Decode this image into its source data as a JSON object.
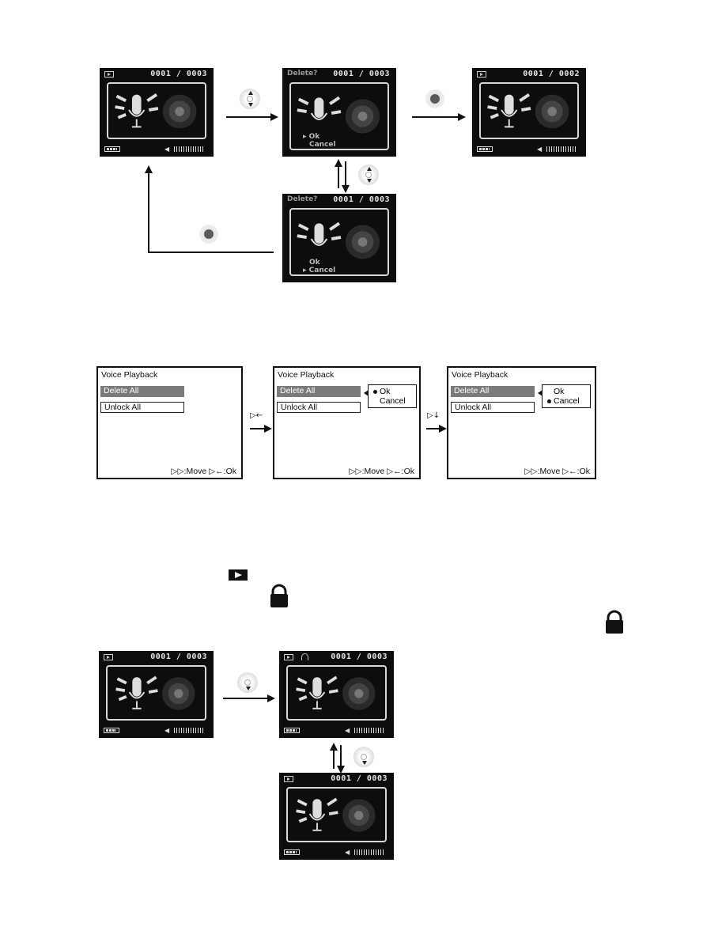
{
  "delete_section": {
    "screen1": {
      "counter": "0001 / 0003"
    },
    "screen2": {
      "title": "Delete?",
      "counter": "0001 / 0003",
      "options": [
        "Ok",
        "Cancel"
      ],
      "selected": "Ok"
    },
    "screen3": {
      "counter": "0001 / 0002"
    },
    "screen4": {
      "title": "Delete?",
      "counter": "0001 / 0003",
      "options": [
        "Ok",
        "Cancel"
      ],
      "selected": "Cancel"
    }
  },
  "menu_section": {
    "title": "Voice Playback",
    "items": [
      "Delete All",
      "Unlock All"
    ],
    "popup_options": [
      "Ok",
      "Cancel"
    ],
    "hint": "▷▷:Move  ▷←:Ok",
    "step_icons": [
      "▷←",
      "▷↓"
    ]
  },
  "lock_section": {
    "screen1": {
      "counter": "0001 / 0003"
    },
    "screen2": {
      "counter": "0001 / 0003"
    },
    "screen3": {
      "counter": "0001 / 0003"
    }
  },
  "icons": [
    "play-mode-icon",
    "lock-icon",
    "dpad-up-down-icon",
    "ok-button-icon",
    "headphone-icon"
  ]
}
